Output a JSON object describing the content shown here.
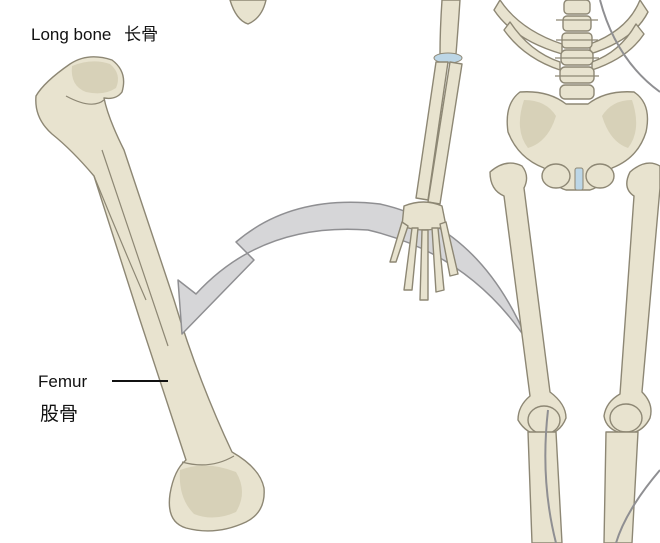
{
  "labels": {
    "long_bone_en": "Long bone",
    "long_bone_zh": "长骨",
    "femur_en": "Femur",
    "femur_zh": "股骨"
  },
  "colors": {
    "bone_fill": "#e8e3cf",
    "bone_shade": "#d2cbb0",
    "bone_outline": "#8d8774",
    "cartilage": "#bcd6e6",
    "arrow_fill": "#d6d6d8",
    "arrow_outline": "#8f8f92",
    "leader": "#111111"
  }
}
